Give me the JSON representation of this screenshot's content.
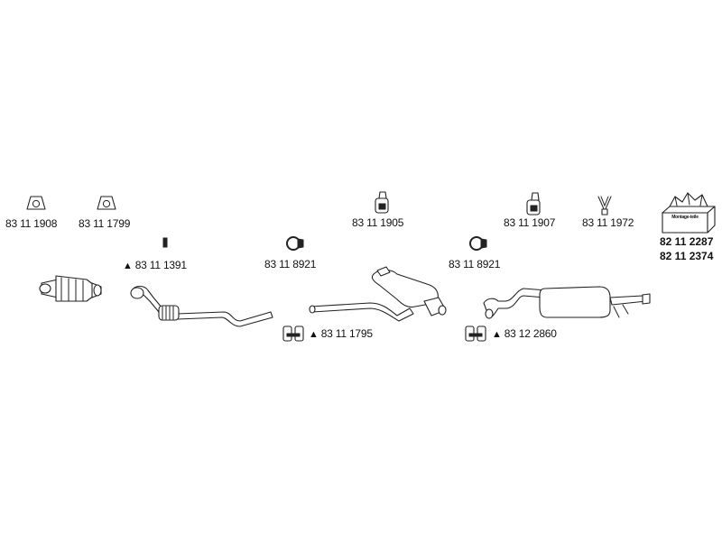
{
  "labels": {
    "gasket_1": "83 11 1908",
    "gasket_2": "83 11 1799",
    "rubber_1": "83 11 1905",
    "rubber_2": "83 11 1907",
    "bracket": "83 11 1972",
    "kit_1": "82 11 2287",
    "kit_2": "82 11 2374",
    "gasket_3": "83 11 1391",
    "clamp_ring_1": "83 11 8921",
    "clamp_ring_2": "83 11 8921",
    "clamp_1": "83 11 1795",
    "clamp_2": "83 12 2860",
    "mounting_kit_box": "Montage-teile"
  },
  "marker": "▲"
}
